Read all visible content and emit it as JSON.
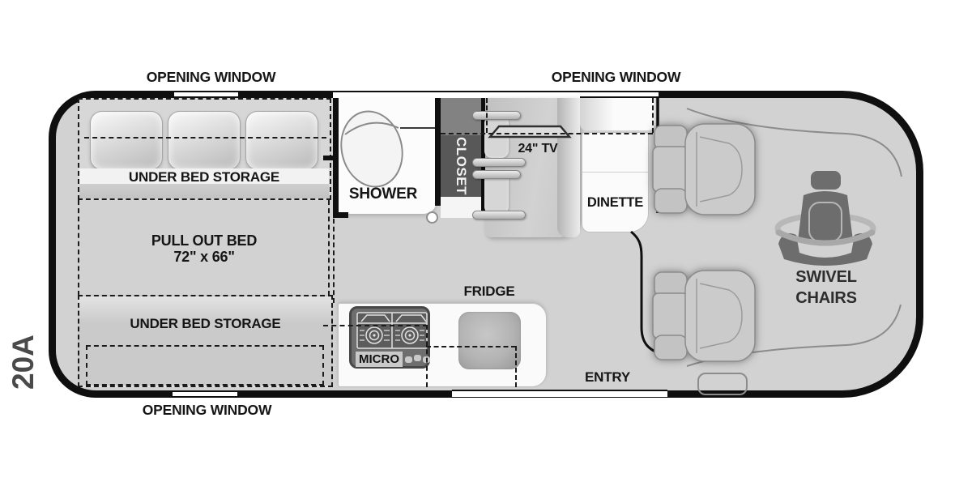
{
  "model_label": "20A",
  "exterior": {
    "opening_window_top_left": "OPENING WINDOW",
    "opening_window_top_right": "OPENING WINDOW",
    "opening_window_bottom": "OPENING WINDOW",
    "entry": "ENTRY"
  },
  "bedroom": {
    "under_bed_storage_rear": "UNDER BED STORAGE",
    "under_bed_storage_front": "UNDER BED STORAGE",
    "pull_out_bed": "PULL OUT BED",
    "pull_out_bed_size": "72\" x 66\""
  },
  "bath": {
    "shower": "SHOWER",
    "closet": "CLOSET"
  },
  "living": {
    "tv": "24\" TV",
    "dinette": "DINETTE",
    "swivel_line1": "SWIVEL",
    "swivel_line2": "CHAIRS"
  },
  "kitchen": {
    "fridge": "FRIDGE",
    "micro": "MICRO"
  },
  "colors": {
    "wall": "#0f0f0f",
    "body_fill": "#d2d2d2",
    "closet_dark": "#585858",
    "swivel_icon_gray": "#6d6d6d",
    "text": "#151515",
    "window_white": "#ffffff"
  }
}
